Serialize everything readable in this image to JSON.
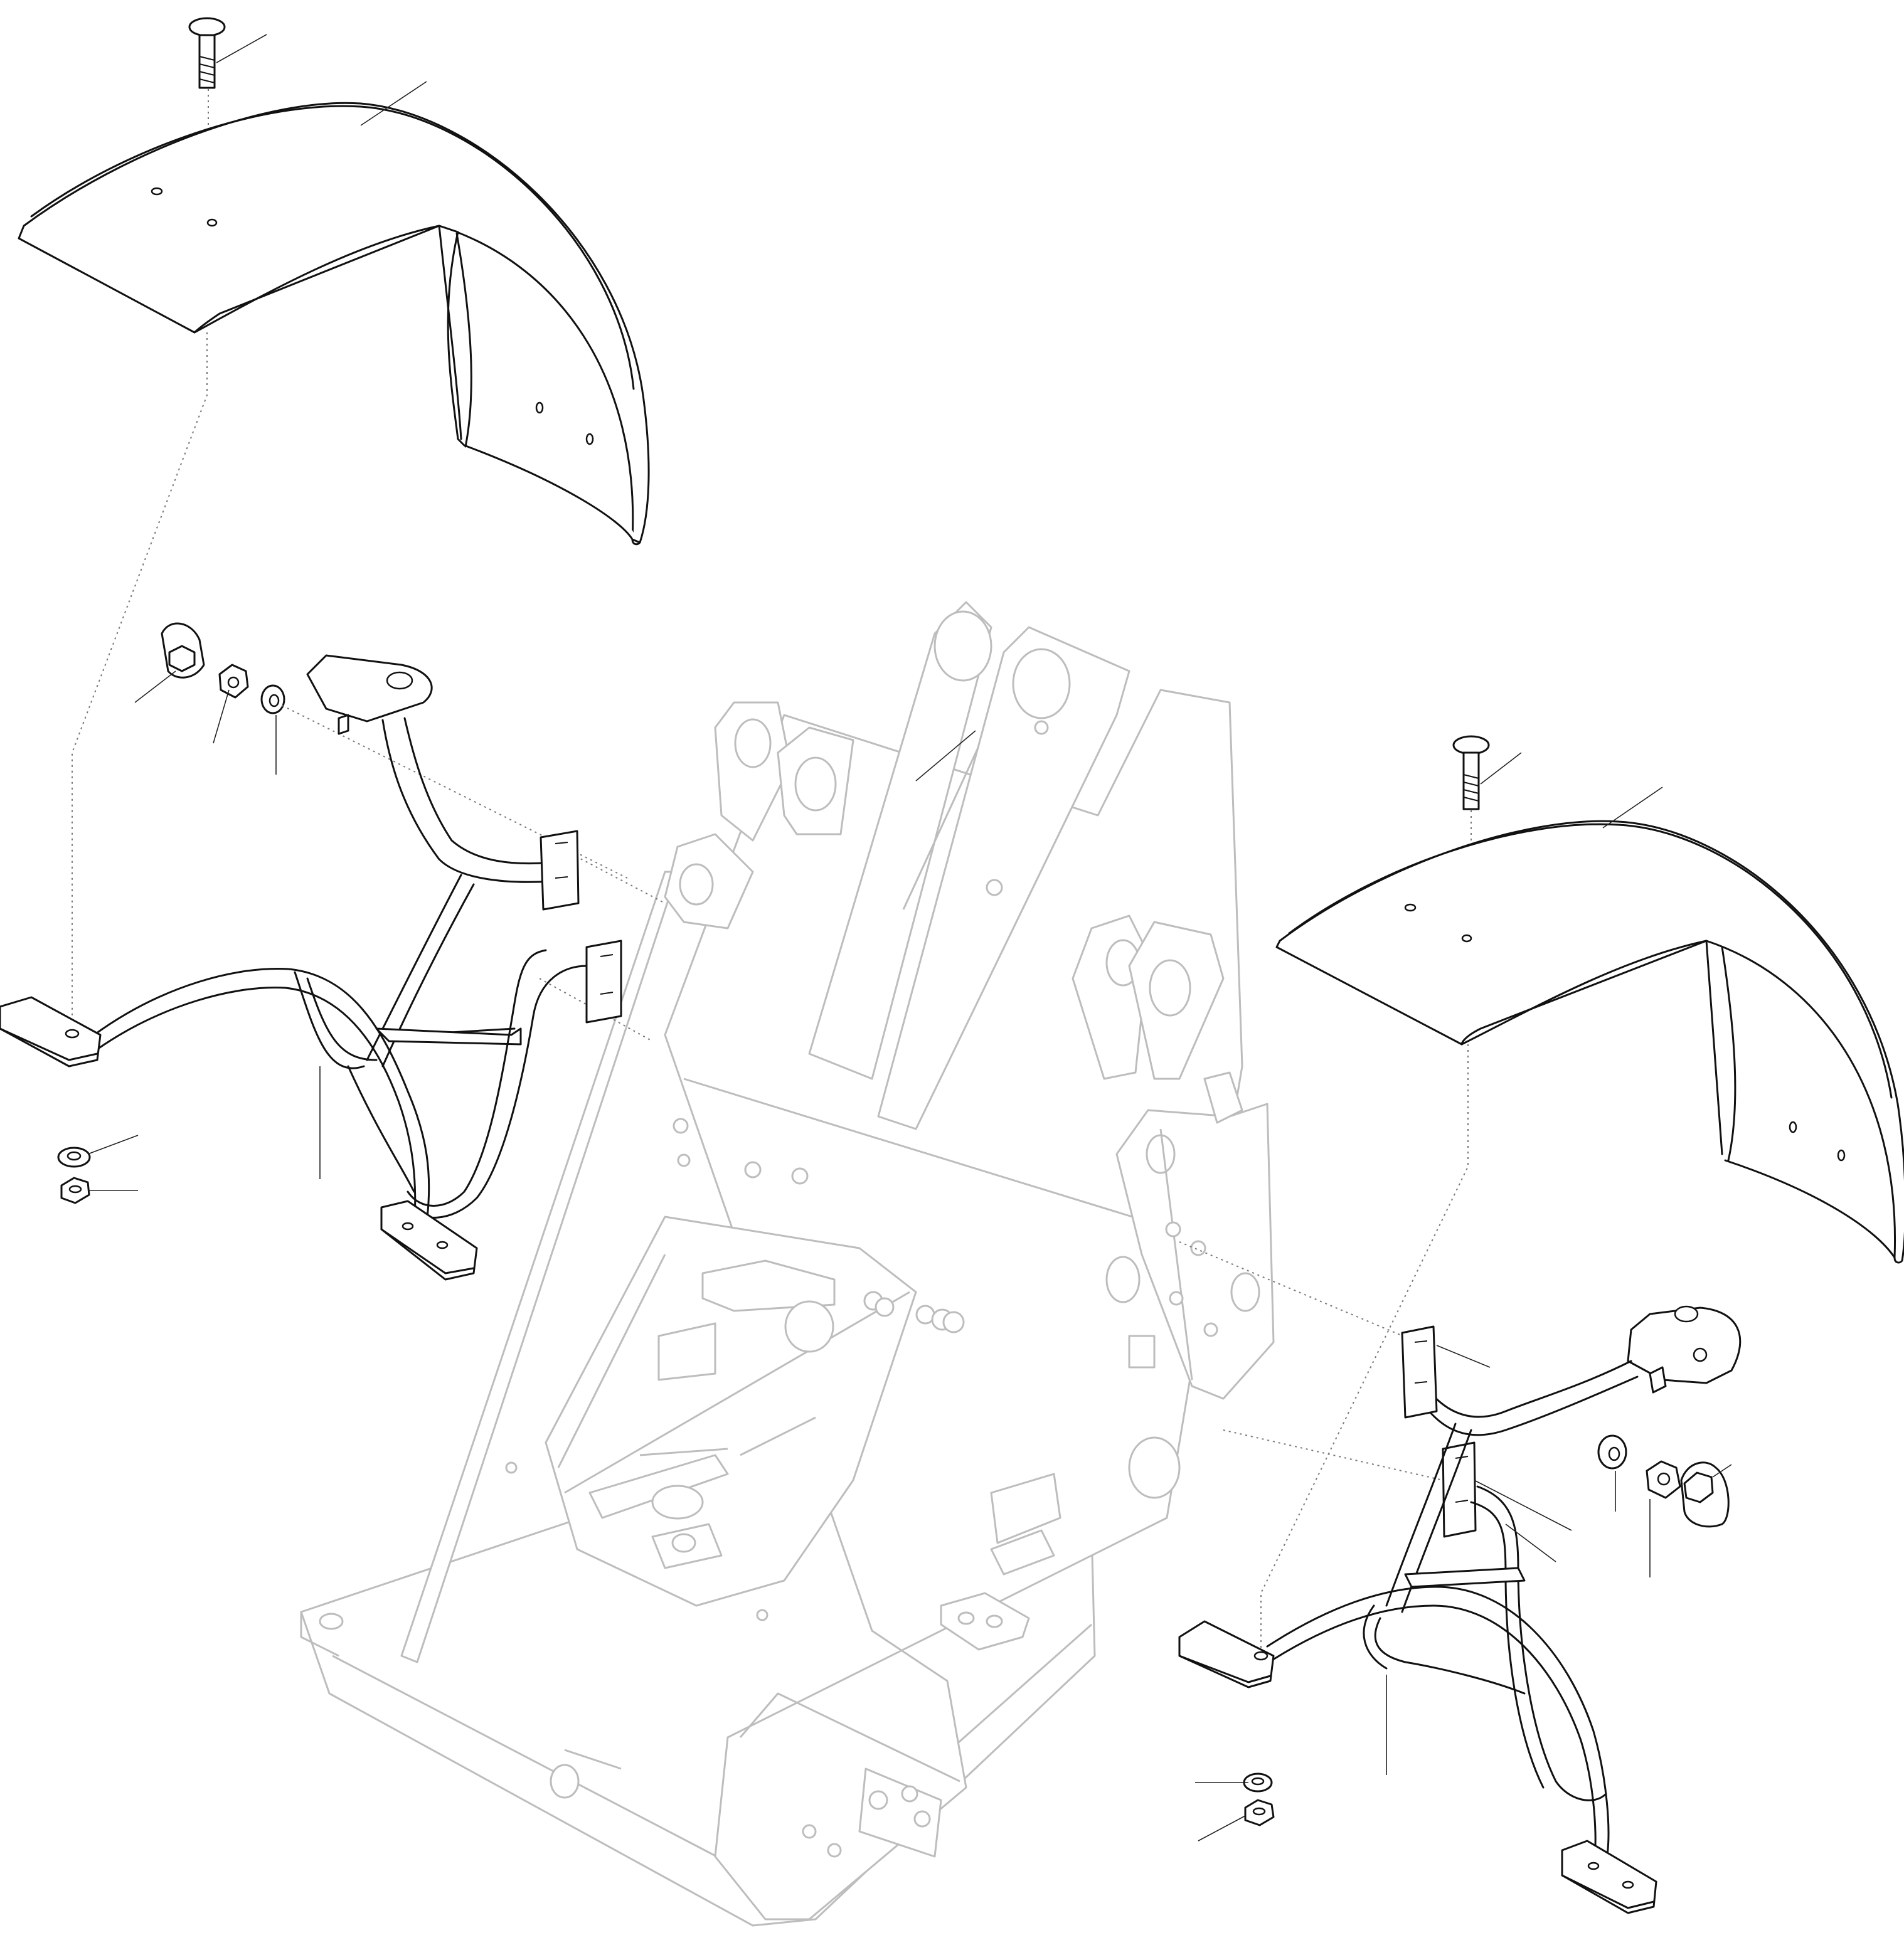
{
  "figure": {
    "type": "exploded parts diagram",
    "view": "isometric",
    "assemblies": [
      "left-fender-assembly",
      "right-fender-assembly",
      "main-frame"
    ],
    "callout_leaders": 19,
    "colors": {
      "ink": "#111111",
      "ghost": "#bdbdbd",
      "dotted": "#777777",
      "paper": "#ffffff"
    }
  }
}
